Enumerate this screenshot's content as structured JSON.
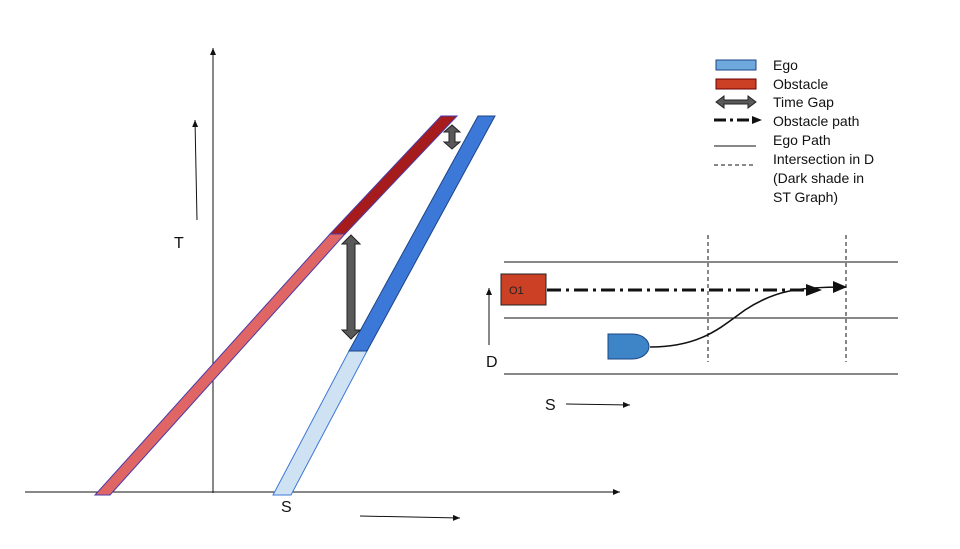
{
  "st_graph": {
    "t_axis_label": "T",
    "s_axis_label": "S"
  },
  "road_view": {
    "d_axis_label": "D",
    "s_axis_label": "S",
    "obstacle_label": "O1"
  },
  "legend": {
    "ego": "Ego",
    "obstacle": "Obstacle",
    "time_gap": "Time Gap",
    "obstacle_path": "Obstacle path",
    "ego_path": "Ego Path",
    "intersection_line1": "Intersection in D",
    "intersection_line2": "(Dark shade in",
    "intersection_line3": "ST Graph)"
  },
  "colors": {
    "ego_dark": "#3c78d8",
    "ego_light": "#cfe2f3",
    "obstacle_dark": "#a61c1c",
    "obstacle_light": "#e06666",
    "ego_legend": "#6fa8dc",
    "obstacle_legend": "#cc4125",
    "arrow_gray": "#595959"
  }
}
